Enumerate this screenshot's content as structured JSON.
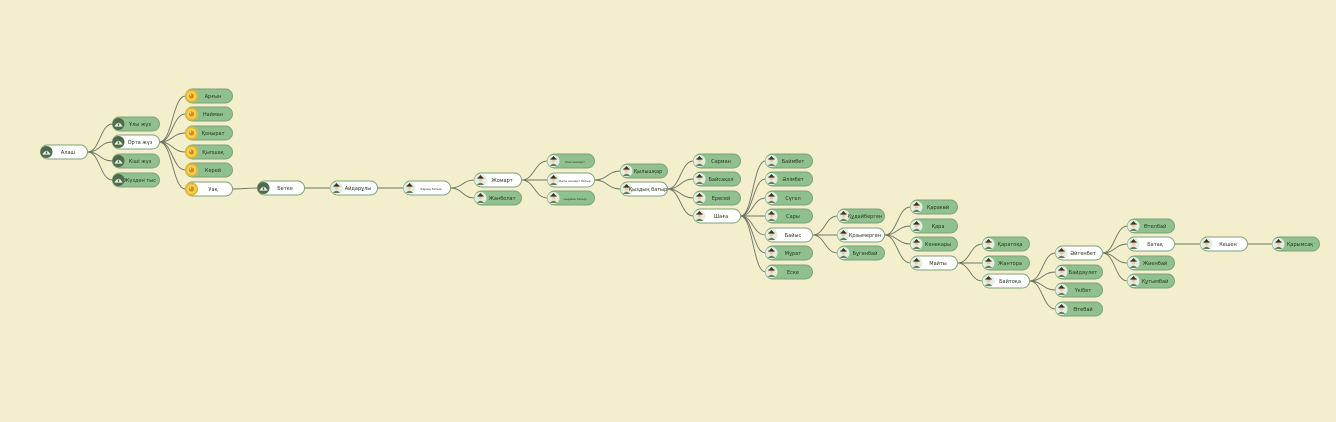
{
  "tree": {
    "nodes": [
      {
        "id": "alash",
        "label": "Алаш",
        "icon": "tent-icon",
        "active": true
      },
      {
        "id": "uly",
        "label": "Ұлы жүз",
        "icon": "tent-icon"
      },
      {
        "id": "orta",
        "label": "Орта жүз",
        "icon": "tent-icon",
        "active": true
      },
      {
        "id": "kishi",
        "label": "Кіші жүз",
        "icon": "tent-icon"
      },
      {
        "id": "juzden",
        "label": "Жүзден тыс",
        "icon": "tent-icon"
      },
      {
        "id": "argyn",
        "label": "Арғын",
        "icon": "sun-emblem-icon"
      },
      {
        "id": "naiman",
        "label": "Найман",
        "icon": "sun-emblem-icon"
      },
      {
        "id": "kongyrat",
        "label": "Қоңырат",
        "icon": "sun-emblem-icon"
      },
      {
        "id": "kypshak",
        "label": "Қыпшақ",
        "icon": "sun-emblem-icon"
      },
      {
        "id": "kerei",
        "label": "Керей",
        "icon": "sun-emblem-icon"
      },
      {
        "id": "uak",
        "label": "Уақ",
        "icon": "sun-emblem-icon",
        "active": true
      },
      {
        "id": "betke",
        "label": "Бетке",
        "icon": "tent-icon",
        "active": true
      },
      {
        "id": "aidaruly",
        "label": "Айдарұлы",
        "icon": "person-icon",
        "active": true
      },
      {
        "id": "n1",
        "label": "Қараш батыр",
        "icon": "person-icon",
        "active": true,
        "small": true
      },
      {
        "id": "jomart",
        "label": "Жомарт",
        "icon": "person-icon",
        "active": true
      },
      {
        "id": "janbolat",
        "label": "Жанболат",
        "icon": "person-icon"
      },
      {
        "id": "n2",
        "label": "Кіші жомарт",
        "icon": "person-icon",
        "small": true
      },
      {
        "id": "n3",
        "label": "Бала жомарт батыр",
        "icon": "person-icon",
        "active": true,
        "small": true
      },
      {
        "id": "n4",
        "label": "Сырман батыр",
        "icon": "person-icon",
        "small": true
      },
      {
        "id": "kylyshkar",
        "label": "Қылышқар",
        "icon": "person-icon"
      },
      {
        "id": "kyzdy",
        "label": "Қыздың батыр",
        "icon": "person-icon",
        "active": true
      },
      {
        "id": "sarman",
        "label": "Сарман",
        "icon": "person-icon"
      },
      {
        "id": "baisakal",
        "label": "Байсақал",
        "icon": "person-icon"
      },
      {
        "id": "eresei",
        "label": "Ересей",
        "icon": "person-icon"
      },
      {
        "id": "shaka",
        "label": "Шаға",
        "icon": "person-icon",
        "active": true
      },
      {
        "id": "baimbet",
        "label": "Баймбет",
        "icon": "person-icon"
      },
      {
        "id": "alimbet",
        "label": "Әлімбет",
        "icon": "person-icon"
      },
      {
        "id": "sugel",
        "label": "Сүгел",
        "icon": "person-icon"
      },
      {
        "id": "sary",
        "label": "Сары",
        "icon": "person-icon"
      },
      {
        "id": "baiys",
        "label": "Байыс",
        "icon": "person-icon",
        "active": true
      },
      {
        "id": "murat",
        "label": "Мұрат",
        "icon": "person-icon"
      },
      {
        "id": "eske",
        "label": "Еске",
        "icon": "person-icon"
      },
      {
        "id": "kudaibergen",
        "label": "Құдайберген",
        "icon": "person-icon"
      },
      {
        "id": "kozymaraq",
        "label": "Қозымерген",
        "icon": "person-icon",
        "active": true
      },
      {
        "id": "bugenbai",
        "label": "Бұгенбай",
        "icon": "person-icon"
      },
      {
        "id": "karakoi",
        "label": "Қаракөй",
        "icon": "person-icon"
      },
      {
        "id": "kara",
        "label": "Қара",
        "icon": "person-icon"
      },
      {
        "id": "kenesary",
        "label": "Кенекары",
        "icon": "person-icon"
      },
      {
        "id": "maity",
        "label": "Майты",
        "icon": "person-icon",
        "active": true
      },
      {
        "id": "karatoka",
        "label": "Қаратоқа",
        "icon": "person-icon"
      },
      {
        "id": "jantore",
        "label": "Жантора",
        "icon": "person-icon"
      },
      {
        "id": "baitore",
        "label": "Байтоқа",
        "icon": "person-icon",
        "active": true
      },
      {
        "id": "aitenbet",
        "label": "Әйтенбет",
        "icon": "person-icon",
        "active": true
      },
      {
        "id": "baidauly",
        "label": "Байдәулет",
        "icon": "person-icon"
      },
      {
        "id": "ukibet",
        "label": "Үкібет",
        "icon": "person-icon"
      },
      {
        "id": "otebai",
        "label": "Өтебай",
        "icon": "person-icon"
      },
      {
        "id": "otelbai",
        "label": "Өтелбай",
        "icon": "person-icon"
      },
      {
        "id": "batak",
        "label": "Батақ",
        "icon": "person-icon",
        "active": true
      },
      {
        "id": "jienbai",
        "label": "Жиенбай",
        "icon": "person-icon"
      },
      {
        "id": "kutymbai",
        "label": "Құтымбай",
        "icon": "person-icon"
      },
      {
        "id": "kesen",
        "label": "Кешен",
        "icon": "person-icon",
        "active": true
      },
      {
        "id": "kuryshbai",
        "label": "Қарымсақ",
        "icon": "person-icon"
      }
    ],
    "edges": [
      [
        "alash",
        "uly"
      ],
      [
        "alash",
        "orta"
      ],
      [
        "alash",
        "kishi"
      ],
      [
        "alash",
        "juzden"
      ],
      [
        "orta",
        "argyn"
      ],
      [
        "orta",
        "naiman"
      ],
      [
        "orta",
        "kongyrat"
      ],
      [
        "orta",
        "kypshak"
      ],
      [
        "orta",
        "kerei"
      ],
      [
        "orta",
        "uak"
      ],
      [
        "uak",
        "betke"
      ],
      [
        "betke",
        "aidaruly"
      ],
      [
        "aidaruly",
        "n1"
      ],
      [
        "n1",
        "jomart"
      ],
      [
        "n1",
        "janbolat"
      ],
      [
        "jomart",
        "n2"
      ],
      [
        "jomart",
        "n3"
      ],
      [
        "jomart",
        "n4"
      ],
      [
        "n3",
        "kylyshkar"
      ],
      [
        "n3",
        "kyzdy"
      ],
      [
        "kyzdy",
        "sarman"
      ],
      [
        "kyzdy",
        "baisakal"
      ],
      [
        "kyzdy",
        "eresei"
      ],
      [
        "kyzdy",
        "shaka"
      ],
      [
        "shaka",
        "baimbet"
      ],
      [
        "shaka",
        "alimbet"
      ],
      [
        "shaka",
        "sugel"
      ],
      [
        "shaka",
        "sary"
      ],
      [
        "shaka",
        "baiys"
      ],
      [
        "shaka",
        "murat"
      ],
      [
        "shaka",
        "eske"
      ],
      [
        "baiys",
        "kudaibergen"
      ],
      [
        "baiys",
        "kozymaraq"
      ],
      [
        "baiys",
        "bugenbai"
      ],
      [
        "kozymaraq",
        "karakoi"
      ],
      [
        "kozymaraq",
        "kara"
      ],
      [
        "kozymaraq",
        "kenesary"
      ],
      [
        "kozymaraq",
        "maity"
      ],
      [
        "maity",
        "karatoka"
      ],
      [
        "maity",
        "jantore"
      ],
      [
        "maity",
        "baitore"
      ],
      [
        "baitore",
        "aitenbet"
      ],
      [
        "baitore",
        "baidauly"
      ],
      [
        "baitore",
        "ukibet"
      ],
      [
        "baitore",
        "otebai"
      ],
      [
        "aitenbet",
        "otelbai"
      ],
      [
        "aitenbet",
        "batak"
      ],
      [
        "aitenbet",
        "jienbai"
      ],
      [
        "aitenbet",
        "kutymbai"
      ],
      [
        "batak",
        "kesen"
      ],
      [
        "kesen",
        "kuryshbai"
      ]
    ]
  }
}
